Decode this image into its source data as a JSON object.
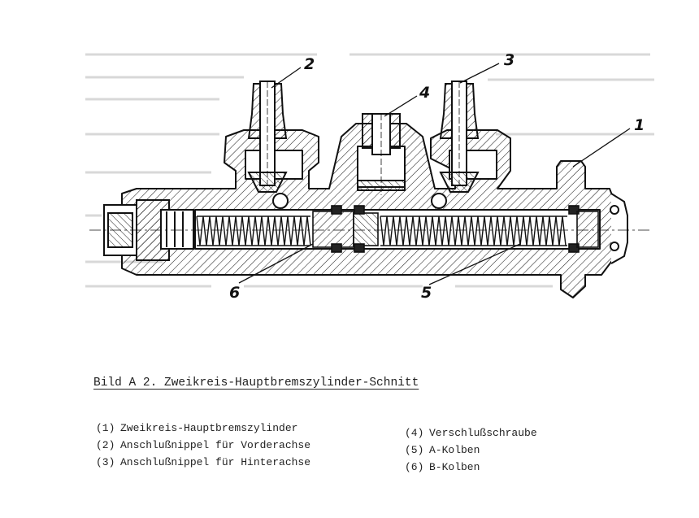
{
  "diagram": {
    "callouts": [
      "1",
      "2",
      "3",
      "4",
      "5",
      "6"
    ]
  },
  "caption": "Bild A 2. Zweikreis-Hauptbremszylinder-Schnitt",
  "legend": {
    "left": [
      {
        "num": "(1)",
        "text": "Zweikreis-Hauptbremszylinder"
      },
      {
        "num": "(2)",
        "text": "Anschlußnippel für Vorderachse"
      },
      {
        "num": "(3)",
        "text": "Anschlußnippel für Hinterachse"
      }
    ],
    "right": [
      {
        "num": "(4)",
        "text": "Verschlußschraube"
      },
      {
        "num": "(5)",
        "text": "A-Kolben"
      },
      {
        "num": "(6)",
        "text": "B-Kolben"
      }
    ]
  }
}
